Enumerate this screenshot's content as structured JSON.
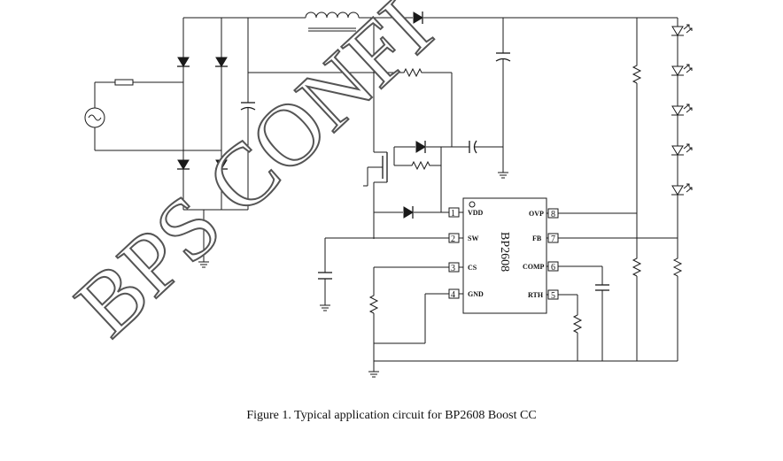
{
  "chip": {
    "name": "BP2608",
    "pins_left": [
      {
        "num": "1",
        "name": "VDD"
      },
      {
        "num": "2",
        "name": "SW"
      },
      {
        "num": "3",
        "name": "CS"
      },
      {
        "num": "4",
        "name": "GND"
      }
    ],
    "pins_right": [
      {
        "num": "8",
        "name": "OVP"
      },
      {
        "num": "7",
        "name": "FB"
      },
      {
        "num": "6",
        "name": "COMP"
      },
      {
        "num": "5",
        "name": "RTH"
      }
    ]
  },
  "watermark": "BPS CONFI",
  "caption": "Figure 1. Typical application circuit for BP2608 Boost CC"
}
